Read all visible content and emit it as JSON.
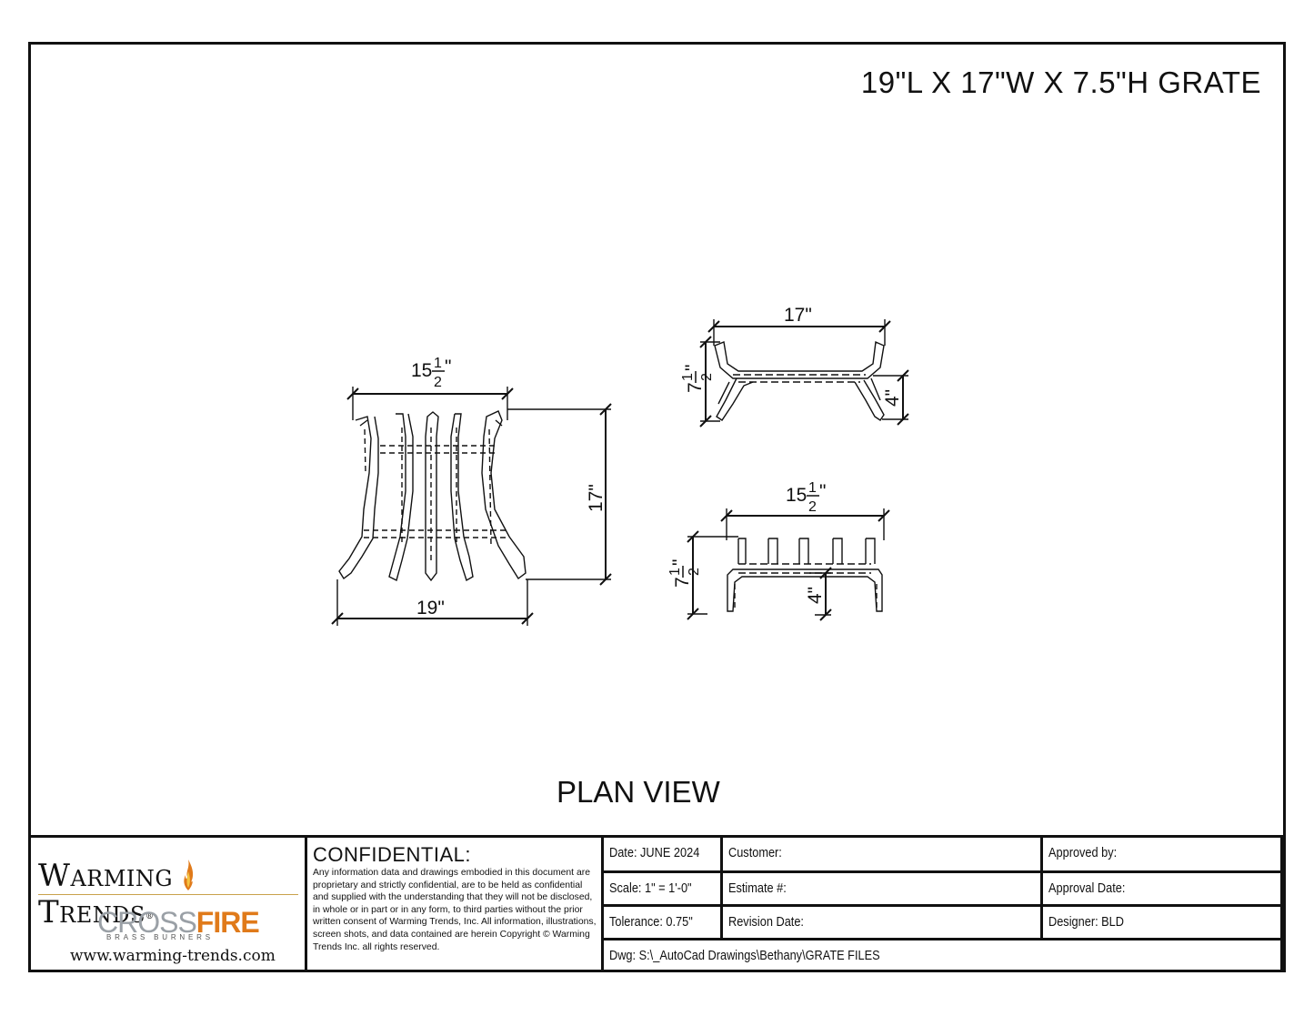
{
  "sheet": {
    "title": "19\"L X 17\"W X 7.5\"H GRATE",
    "view_label": "PLAN VIEW"
  },
  "dimensions": {
    "plan_top_whole": "15",
    "plan_top_num": "1",
    "plan_top_den": "2",
    "plan_top_unit": "\"",
    "plan_bottom": "19\"",
    "plan_depth": "17\"",
    "side_width": "17\"",
    "side_height_whole": "7",
    "side_height_num": "1",
    "side_height_den": "2",
    "side_height_unit": "\"",
    "side_leg": "4\"",
    "front_width_whole": "15",
    "front_width_num": "1",
    "front_width_den": "2",
    "front_width_unit": "\"",
    "front_height_whole": "7",
    "front_height_num": "1",
    "front_height_den": "2",
    "front_height_unit": "\"",
    "front_leg": "4\""
  },
  "title_block": {
    "logo_text_1": "Warming",
    "logo_text_2": "Trends",
    "logo_reg": "®",
    "brand_cross": "CROSS",
    "brand_fire": "FIRE",
    "brand_sub": "BRASS BURNERS",
    "website": "www.warming-trends.com",
    "confidential_heading": "CONFIDENTIAL:",
    "confidential_body": "Any information data and drawings embodied in this document are proprietary and strictly confidential, are to be held as confidential and supplied with the understanding that they will not be disclosed, in whole or in part or in any form, to third parties without the prior written consent of Warming Trends, Inc. All information, illustrations, screen shots, and data contained are herein Copyright © Warming Trends Inc. all rights reserved.",
    "date": "Date:  JUNE 2024",
    "customer": "Customer:",
    "approved_by": "Approved by:",
    "scale": "Scale: 1\" = 1'-0\"",
    "estimate": "Estimate #:",
    "approval_date": "Approval Date:",
    "tolerance": "Tolerance: 0.75\"",
    "revision_date": "Revision Date:",
    "designer": "Designer: BLD",
    "dwg": "Dwg:  S:\\_AutoCad Drawings\\Bethany\\GRATE FILES"
  },
  "colors": {
    "line": "#111111",
    "brand_gold": "#c9a24b",
    "brand_orange": "#e07a1a",
    "brand_gray": "#9aa0a6"
  }
}
